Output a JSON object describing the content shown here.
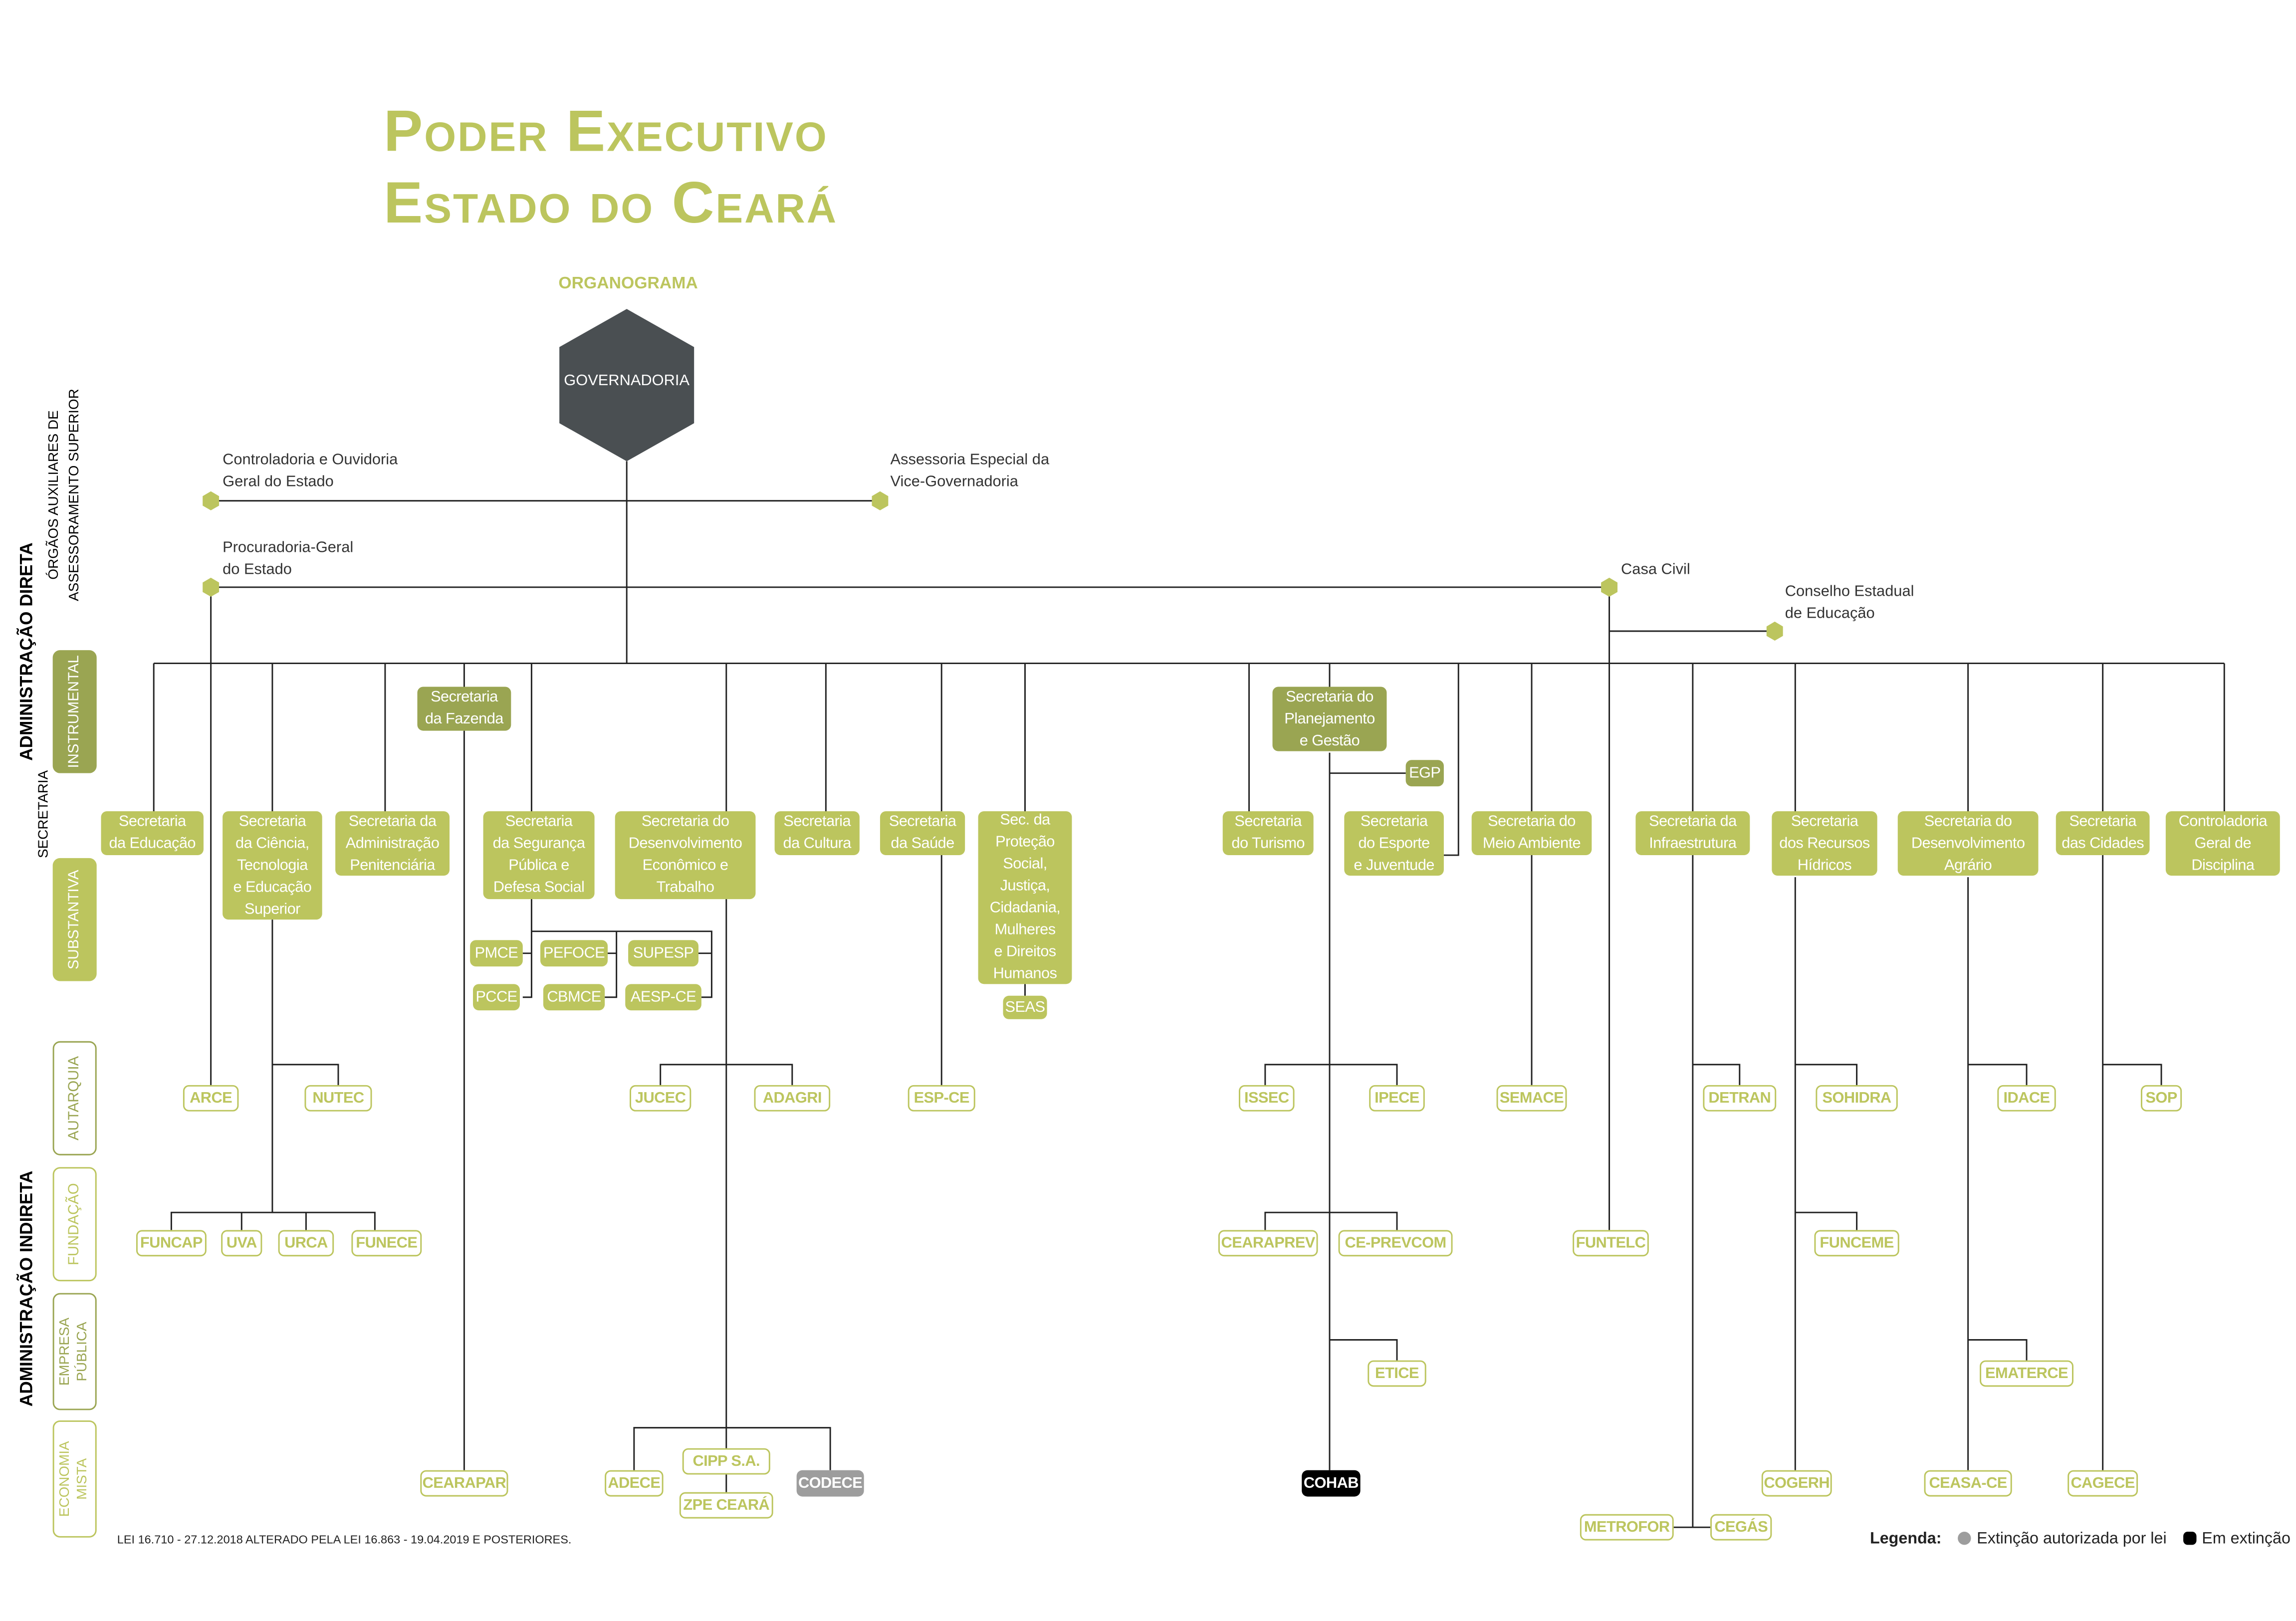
{
  "title_line1": "Poder Executivo",
  "title_line2": "Estado do Ceará",
  "subtitle": "ORGANOGRAMA",
  "governadoria": "GOVERNADORIA",
  "auxiliares": [
    {
      "label": "Controladoria e Ouvidoria\nGeral do Estado"
    },
    {
      "label": "Assessoria Especial da\nVice-Governadoria"
    },
    {
      "label": "Procuradoria-Geral\ndo Estado"
    },
    {
      "label": "Casa Civil"
    },
    {
      "label": "Conselho Estadual\nde Educação"
    }
  ],
  "side": {
    "adm_direta": "ADMINISTRAÇÃO DIRETA",
    "orgaos_aux_1": "ÓRGÃOS AUXILIARES DE",
    "orgaos_aux_2": "ASSESSORAMENTO SUPERIOR",
    "secretaria": "SECRETARIA",
    "instrumental": "INSTRUMENTAL",
    "substantiva": "SUBSTANTIVA",
    "adm_indireta": "ADMINISTRAÇÃO INDIRETA",
    "autarquia": "AUTARQUIA",
    "fundacao": "FUNDAÇÃO",
    "empresa_publica": "EMPRESA\nPÚBLICA",
    "economia_mista": "ECONOMIA\nMISTA"
  },
  "nodes": [
    {
      "id": "educacao",
      "label": "Secretaria\nda Educação"
    },
    {
      "id": "ciencia",
      "label": "Secretaria\nda Ciência,\nTecnologia\ne Educação\nSuperior"
    },
    {
      "id": "adm_pen",
      "label": "Secretaria da\nAdministração\nPenitenciária"
    },
    {
      "id": "fazenda",
      "label": "Secretaria\nda Fazenda"
    },
    {
      "id": "seguranca",
      "label": "Secretaria\nda Segurança\nPública e\nDefesa Social"
    },
    {
      "id": "desenv_econ",
      "label": "Secretaria do\nDesenvolvimento\nEconômico e\nTrabalho"
    },
    {
      "id": "cultura",
      "label": "Secretaria\nda Cultura"
    },
    {
      "id": "saude",
      "label": "Secretaria\nda Saúde"
    },
    {
      "id": "protecao",
      "label": "Sec. da\nProteção\nSocial,\nJustiça,\nCidadania,\nMulheres\ne Direitos\nHumanos"
    },
    {
      "id": "seas",
      "label": "SEAS"
    },
    {
      "id": "pmce",
      "label": "PMCE"
    },
    {
      "id": "pefoce",
      "label": "PEFOCE"
    },
    {
      "id": "supesp",
      "label": "SUPESP"
    },
    {
      "id": "pcce",
      "label": "PCCE"
    },
    {
      "id": "cbmce",
      "label": "CBMCE"
    },
    {
      "id": "aesp",
      "label": "AESP-CE"
    },
    {
      "id": "planejamento",
      "label": "Secretaria do\nPlanejamento\ne Gestão"
    },
    {
      "id": "egp",
      "label": "EGP"
    },
    {
      "id": "turismo",
      "label": "Secretaria\ndo Turismo"
    },
    {
      "id": "esporte",
      "label": "Secretaria\ndo Esporte\ne Juventude"
    },
    {
      "id": "meio_ambiente",
      "label": "Secretaria do\nMeio Ambiente"
    },
    {
      "id": "infraestrutura",
      "label": "Secretaria da\nInfraestrutura"
    },
    {
      "id": "recursos_hidricos",
      "label": "Secretaria\ndos Recursos\nHídricos"
    },
    {
      "id": "desenv_agrario",
      "label": "Secretaria do\nDesenvolvimento\nAgrário"
    },
    {
      "id": "cidades",
      "label": "Secretaria\ndas Cidades"
    },
    {
      "id": "controladoria",
      "label": "Controladoria\nGeral de\nDisciplina"
    },
    {
      "id": "arce",
      "label": "ARCE"
    },
    {
      "id": "nutec",
      "label": "NUTEC"
    },
    {
      "id": "jucec",
      "label": "JUCEC"
    },
    {
      "id": "adagri",
      "label": "ADAGRI"
    },
    {
      "id": "espce",
      "label": "ESP-CE"
    },
    {
      "id": "issec",
      "label": "ISSEC"
    },
    {
      "id": "ipece",
      "label": "IPECE"
    },
    {
      "id": "semace",
      "label": "SEMACE"
    },
    {
      "id": "detran",
      "label": "DETRAN"
    },
    {
      "id": "sohidra",
      "label": "SOHIDRA"
    },
    {
      "id": "idace",
      "label": "IDACE"
    },
    {
      "id": "sop",
      "label": "SOP"
    },
    {
      "id": "funcap",
      "label": "FUNCAP"
    },
    {
      "id": "uva",
      "label": "UVA"
    },
    {
      "id": "urca",
      "label": "URCA"
    },
    {
      "id": "funece",
      "label": "FUNECE"
    },
    {
      "id": "cearaprev",
      "label": "CEARAPREV"
    },
    {
      "id": "ceprevcom",
      "label": "CE-PREVCOM"
    },
    {
      "id": "funtelc",
      "label": "FUNTELC"
    },
    {
      "id": "funceme",
      "label": "FUNCEME"
    },
    {
      "id": "etice",
      "label": "ETICE"
    },
    {
      "id": "ematerce",
      "label": "EMATERCE"
    },
    {
      "id": "cearapar",
      "label": "CEARAPAR"
    },
    {
      "id": "adece",
      "label": "ADECE"
    },
    {
      "id": "cipp",
      "label": "CIPP S.A."
    },
    {
      "id": "zpe",
      "label": "ZPE CEARÁ"
    },
    {
      "id": "codece",
      "label": "CODECE"
    },
    {
      "id": "cohab",
      "label": "COHAB"
    },
    {
      "id": "cogerh",
      "label": "COGERH"
    },
    {
      "id": "ceasa",
      "label": "CEASA-CE"
    },
    {
      "id": "cagece",
      "label": "CAGECE"
    },
    {
      "id": "metrofor",
      "label": "METROFOR"
    },
    {
      "id": "cegas",
      "label": "CEGÁS"
    }
  ],
  "legend": {
    "title": "Legenda:",
    "items": [
      {
        "label": "Extinção autorizada por lei",
        "color": "#9d9d9d"
      },
      {
        "label": "Em extinção",
        "color": "#000000"
      }
    ]
  },
  "footer": "LEI 16.710 - 27.12.2018 ALTERADO PELA LEI 16.863 - 19.04.2019 E POSTERIORES.",
  "colors": {
    "green": "#bcc55e",
    "dark_green": "#9aa552",
    "governadoria": "#4a4f52"
  }
}
